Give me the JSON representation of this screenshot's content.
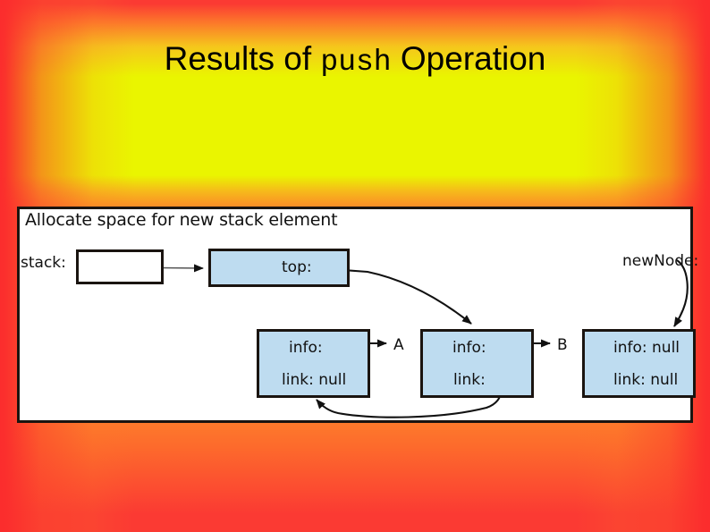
{
  "slide": {
    "title_prefix": "Results of ",
    "title_code": "push",
    "title_suffix": " Operation",
    "background": {
      "edge_color": "#fb2d2d",
      "band_color": "#eaf500",
      "lower_color": "#fd7b2b"
    }
  },
  "figure": {
    "caption": "Allocate space for new stack element",
    "frame_border_color": "#1a1410",
    "node_fill_color": "#bedcf0",
    "labels": {
      "stack": "stack:",
      "new_node": "newNode:",
      "info_a": "A",
      "info_b": "B"
    },
    "boxes": {
      "stack_box": {
        "value": "",
        "fill": "#ffffff"
      },
      "top_box": {
        "label": "top:",
        "fill": "#bedcf0"
      },
      "node1": {
        "info": "info:",
        "link": "link: null",
        "fill": "#bedcf0"
      },
      "node2": {
        "info": "info:",
        "link": "link:",
        "fill": "#bedcf0"
      },
      "node3": {
        "info": "info: null",
        "link": "link: null",
        "fill": "#bedcf0"
      }
    }
  }
}
